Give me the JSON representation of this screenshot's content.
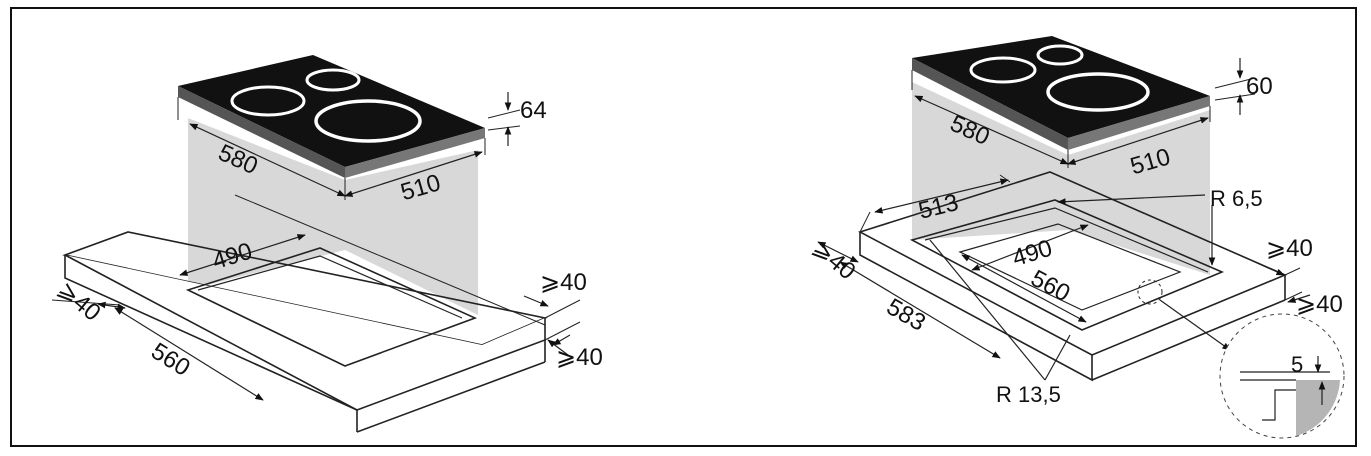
{
  "left_diagram": {
    "dims": {
      "d_64": "64",
      "d_580": "580",
      "d_510": "510",
      "d_490": "490",
      "d_ge40_right_top": "⩾40",
      "d_ge40_right_bottom": "⩾40",
      "d_ge40_left": "⩾40",
      "d_560": "560"
    }
  },
  "right_diagram": {
    "dims": {
      "d_60": "60",
      "d_580": "580",
      "d_510": "510",
      "d_513": "513",
      "d_r65": "R 6,5",
      "d_490": "490",
      "d_ge40_right_top": "⩾40",
      "d_ge40_right_bottom": "⩾40",
      "d_ge40_left": "⩾40",
      "d_560": "560",
      "d_583": "583",
      "d_r135": "R 13,5",
      "d_5": "5"
    }
  },
  "colors": {
    "hob_surface": "#111111",
    "cutout_shade": "#d6d6d6",
    "detail_shade": "#b5b5b5"
  }
}
